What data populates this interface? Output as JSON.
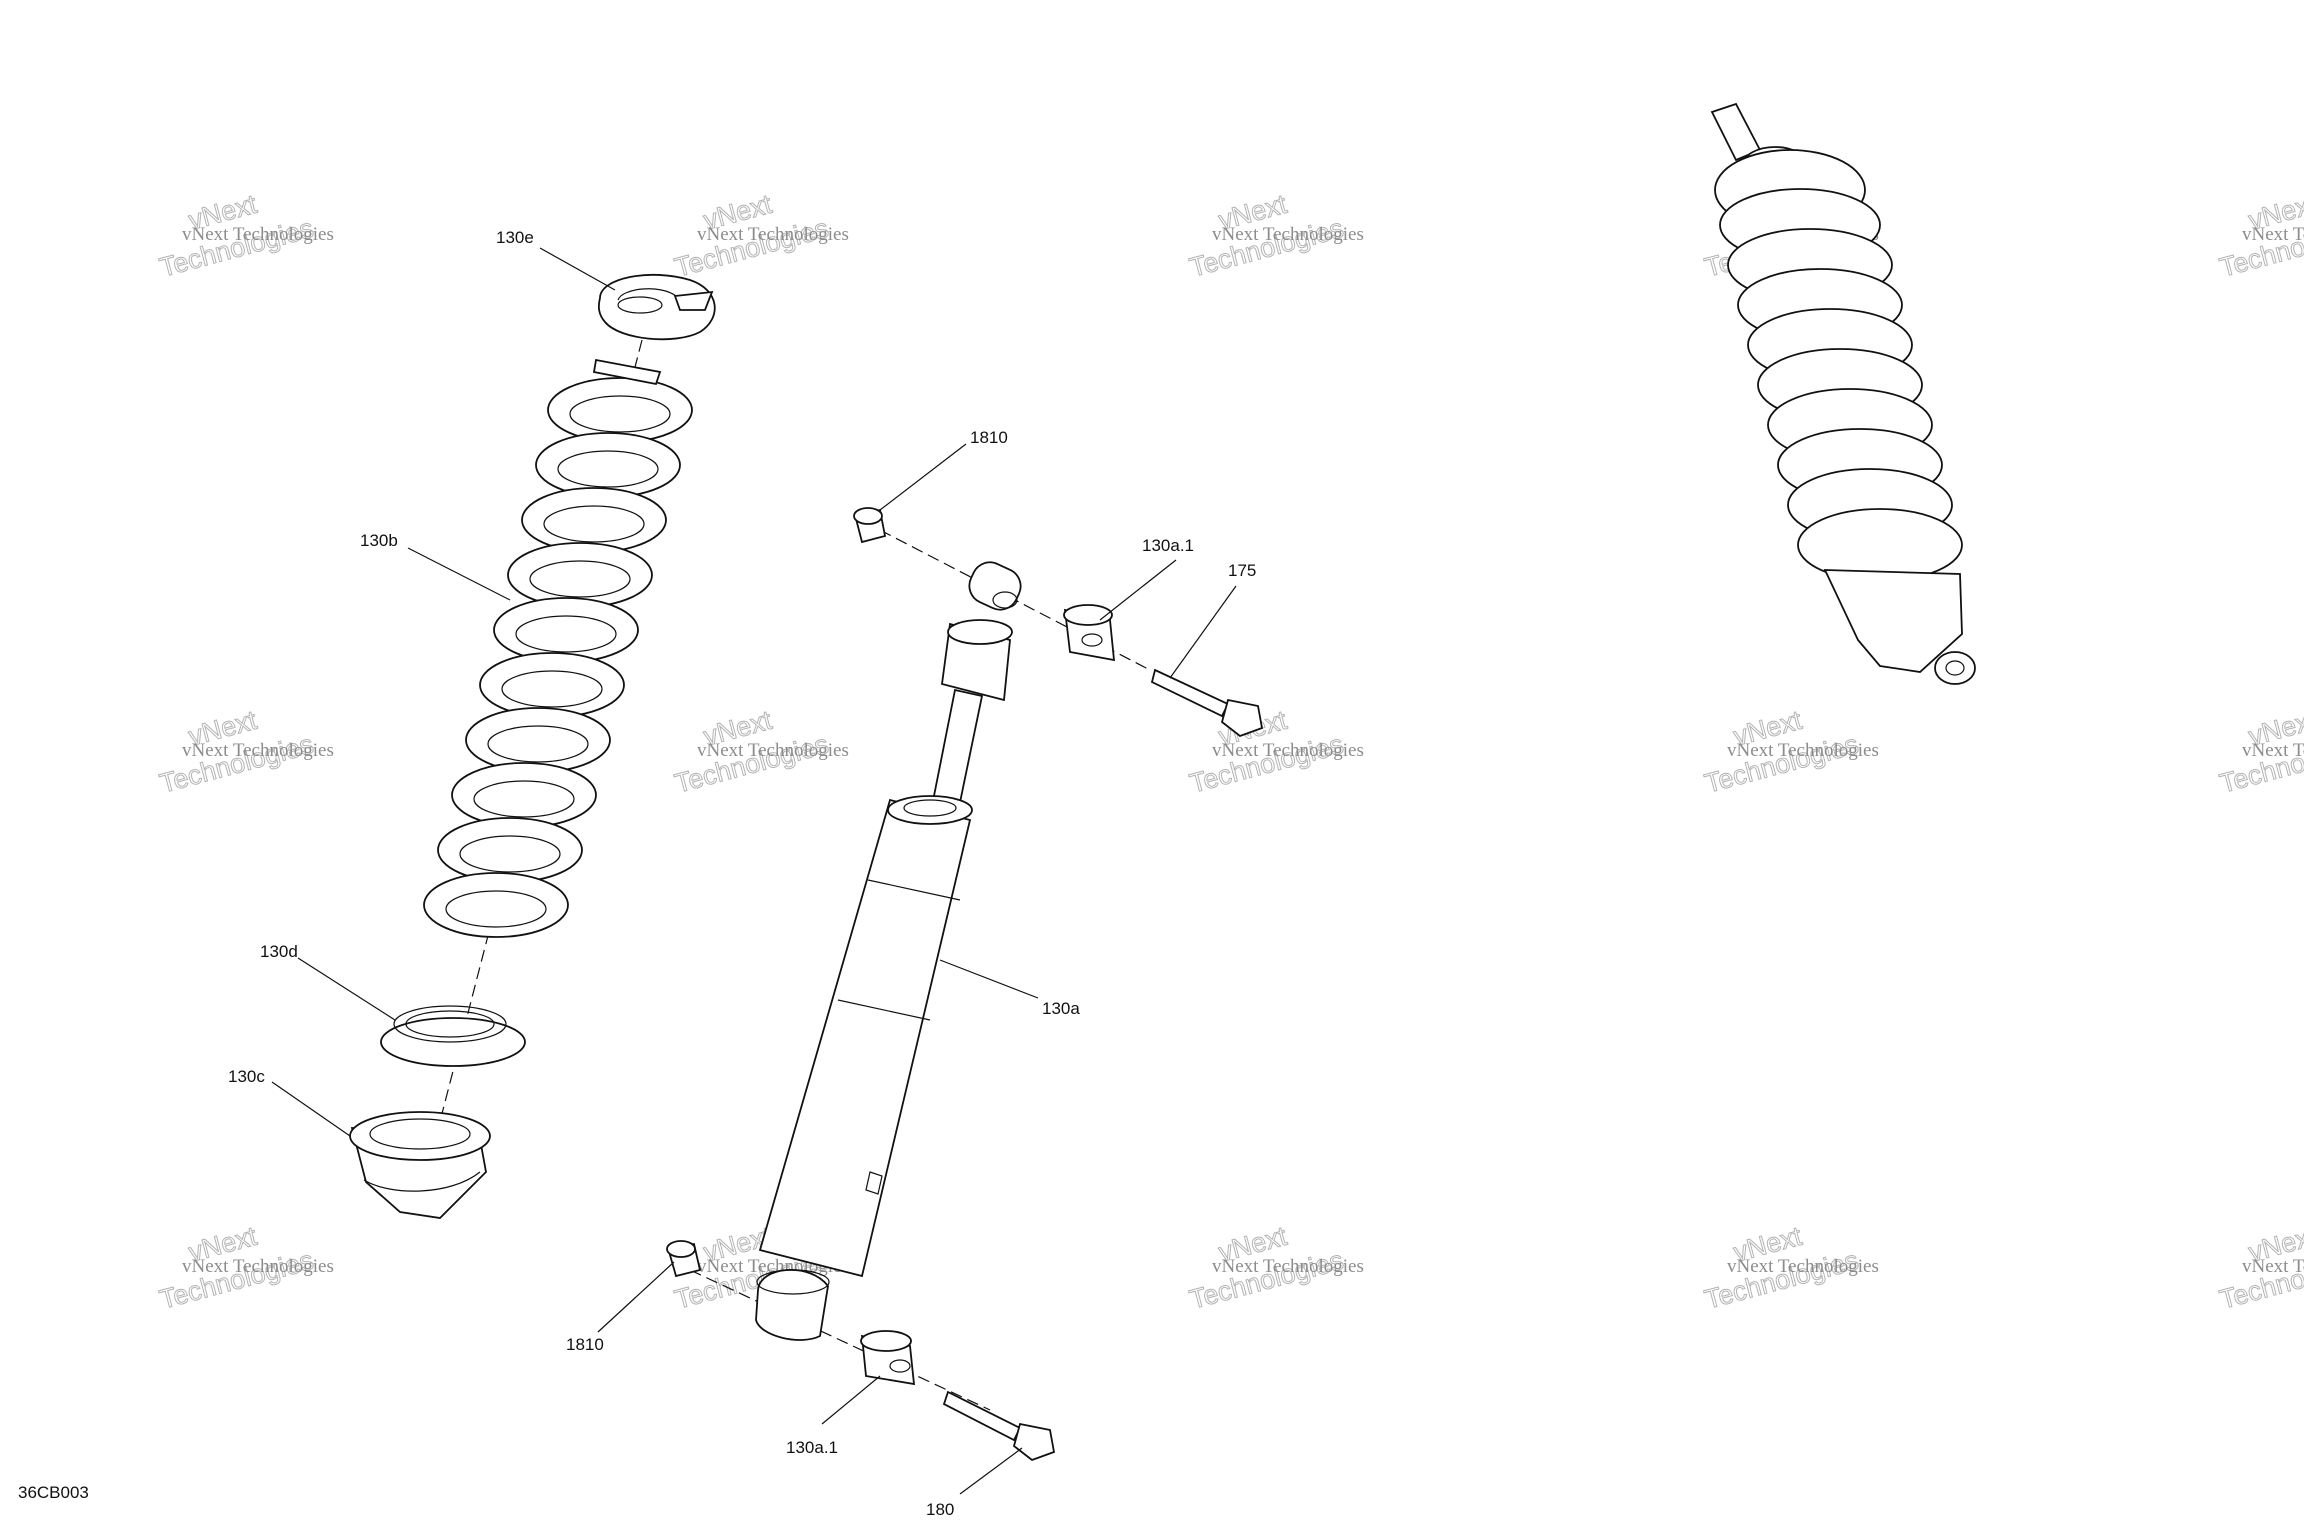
{
  "callouts": {
    "c130e": "130e",
    "c130b": "130b",
    "c130d": "130d",
    "c130c": "130c",
    "c1810_top": "1810",
    "c130a1_top": "130a.1",
    "c175": "175",
    "c130a": "130a",
    "c1810_bottom": "1810",
    "c130a1_bottom": "130a.1",
    "c180": "180"
  },
  "figure_id": "36CB003",
  "watermark": {
    "line1": "vNext Technologies",
    "line2": "vNext",
    "line3": "Technologies"
  }
}
